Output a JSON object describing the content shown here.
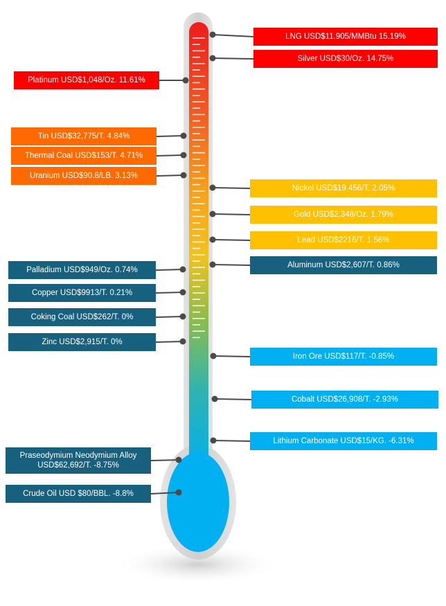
{
  "colors": {
    "red": "#ff0000",
    "orange": "#ff6a00",
    "yellow": "#ffc000",
    "dark_blue": "#17607e",
    "light_blue": "#00b0f0",
    "connector": "#4a4a4a",
    "frame": "#d9d9d9",
    "bulb": "#00b0f0"
  },
  "items": [
    {
      "name": "LNG",
      "text": "LNG USD$11.905/MMBtu 15.19%",
      "change_pct": 15.19,
      "color": "red",
      "side": "right"
    },
    {
      "name": "Silver",
      "text": "Silver USD$30/Oz. 14.75%",
      "change_pct": 14.75,
      "color": "red",
      "side": "right"
    },
    {
      "name": "Platinum",
      "text": "Platinum USD$1,048/Oz. 11.61%",
      "change_pct": 11.61,
      "color": "red",
      "side": "left"
    },
    {
      "name": "Tin",
      "text": "Tin USD$32,775/T. 4.84%",
      "change_pct": 4.84,
      "color": "orange",
      "side": "left"
    },
    {
      "name": "Thermal Coal",
      "text": "Thermal Coal USD$153/T. 4.71%",
      "change_pct": 4.71,
      "color": "orange",
      "side": "left"
    },
    {
      "name": "Uranium",
      "text": "Uranium USD$90.8/LB. 3.13%",
      "change_pct": 3.13,
      "color": "orange",
      "side": "left"
    },
    {
      "name": "Nickel",
      "text": "Nickel USD$19,456/T. 2.05%",
      "change_pct": 2.05,
      "color": "yellow",
      "side": "right"
    },
    {
      "name": "Gold",
      "text": "Gold USD$2,348/Oz. 1.79%",
      "change_pct": 1.79,
      "color": "yellow",
      "side": "right"
    },
    {
      "name": "Lead",
      "text": "Lead USD$2216/T. 1.56%",
      "change_pct": 1.56,
      "color": "yellow",
      "side": "right"
    },
    {
      "name": "Aluminum",
      "text": "Aluminum USD$2,607/T. 0.86%",
      "change_pct": 0.86,
      "color": "dark_blue",
      "side": "right"
    },
    {
      "name": "Palladium",
      "text": "Palladium USD$949/Oz. 0.74%",
      "change_pct": 0.74,
      "color": "dark_blue",
      "side": "left"
    },
    {
      "name": "Copper",
      "text": "Copper USD$9913/T. 0.21%",
      "change_pct": 0.21,
      "color": "dark_blue",
      "side": "left"
    },
    {
      "name": "Coking Coal",
      "text": "Coking Coal USD$262/T. 0%",
      "change_pct": 0,
      "color": "dark_blue",
      "side": "left"
    },
    {
      "name": "Zinc",
      "text": "Zinc USD$2,915/T. 0%",
      "change_pct": 0,
      "color": "dark_blue",
      "side": "left"
    },
    {
      "name": "Iron Ore",
      "text": "Iron Ore USD$117/T. -0.85%",
      "change_pct": -0.85,
      "color": "light_blue",
      "side": "right"
    },
    {
      "name": "Cobalt",
      "text": "Cobalt USD$26,908/T. -2.93%",
      "change_pct": -2.93,
      "color": "light_blue",
      "side": "right"
    },
    {
      "name": "Lithium Carbonate",
      "text": "Lithium Carbonate USD$15/KG. -6.31%",
      "change_pct": -6.31,
      "color": "light_blue",
      "side": "right"
    },
    {
      "name": "Praseodymium Neodymium Alloy",
      "text": "Praseodymium Neodymium Alloy USD$62,692/T. -8.75%",
      "change_pct": -8.75,
      "color": "dark_blue",
      "side": "left"
    },
    {
      "name": "Crude Oil",
      "text": "Crude Oil USD $80/BBL. -8.8%",
      "change_pct": -8.8,
      "color": "dark_blue",
      "side": "left"
    }
  ]
}
